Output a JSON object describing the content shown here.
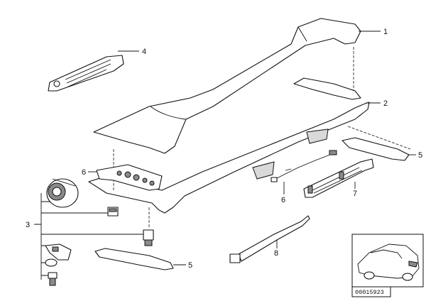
{
  "callouts": {
    "c1": "1",
    "c2": "2",
    "c3": "3",
    "c4": "4",
    "c5a": "5",
    "c5b": "5",
    "c6a": "6",
    "c6b": "6",
    "c7": "7",
    "c8": "8"
  },
  "reference": {
    "number": "00015923"
  }
}
